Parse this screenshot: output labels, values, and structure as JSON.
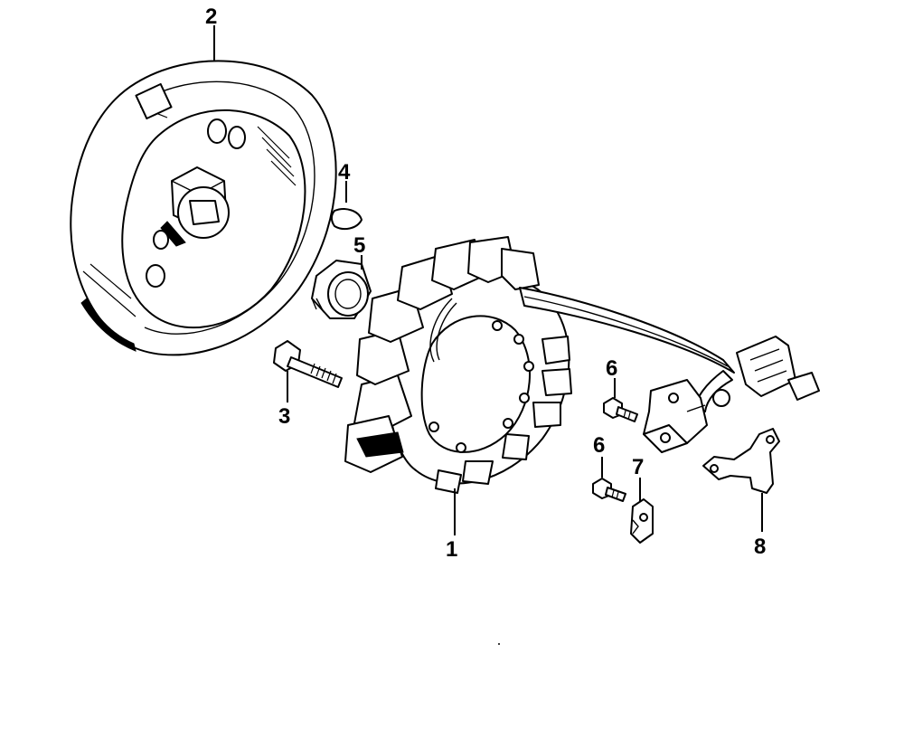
{
  "callouts": {
    "c1": "1",
    "c2": "2",
    "c3": "3",
    "c4": "4",
    "c5": "5",
    "c6a": "6",
    "c6b": "6",
    "c7": "7",
    "c8": "8"
  }
}
